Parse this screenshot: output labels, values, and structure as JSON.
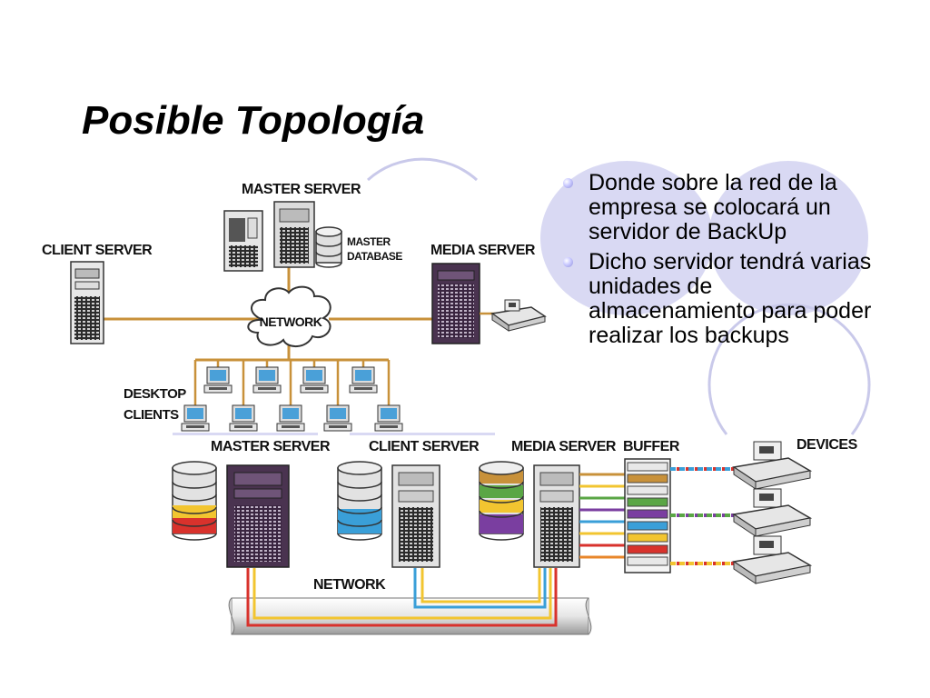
{
  "slide": {
    "title": "Posible Topología",
    "bullets": [
      "Donde sobre la red de la empresa se colocará un servidor de BackUp",
      "Dicho servidor tendrá varias unidades de almacenamiento para poder realizar los backups"
    ]
  },
  "diagram_top": {
    "master_server": "MASTER SERVER",
    "master_database_line1": "MASTER",
    "master_database_line2": "DATABASE",
    "client_server": "CLIENT SERVER",
    "media_server": "MEDIA SERVER",
    "network": "NETWORK",
    "desktop_clients_line1": "DESKTOP",
    "desktop_clients_line2": "CLIENTS"
  },
  "diagram_bottom": {
    "master_server": "MASTER SERVER",
    "client_server": "CLIENT SERVER",
    "media_server": "MEDIA SERVER",
    "buffer": "BUFFER",
    "devices": "DEVICES",
    "network": "NETWORK"
  },
  "colors": {
    "network_line": "#c8913a",
    "decor_circle": "#d9d9f3",
    "decor_outline": "#c9c9ea",
    "server_dark": "#4a3350",
    "server_grey": "#555555",
    "bullet": "#9a9ae0",
    "cable_red": "#d8322c",
    "cable_yellow": "#f2c530",
    "cable_blue": "#3a9fd8",
    "cable_purple": "#7a3ea0",
    "cable_green": "#5aa645",
    "cable_orange": "#e8862a"
  }
}
